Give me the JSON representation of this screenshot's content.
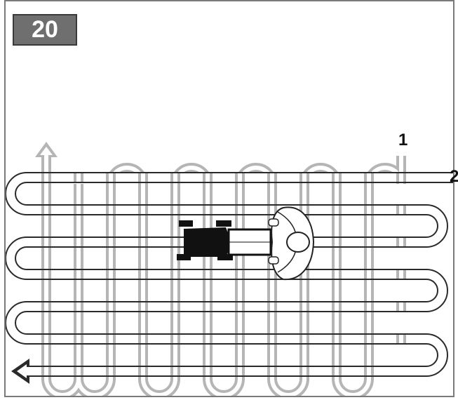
{
  "figure": {
    "number": "20",
    "labels": {
      "one": "1",
      "two": "2"
    }
  },
  "colors": {
    "vertical_pattern": "#b5b5b5",
    "horizontal_pattern_outline": "#2a2a2a",
    "mower": "#111111",
    "badge_fill": "#6f6f6f",
    "frame": "#7a7a7a"
  },
  "icons": [
    "up-arrow-icon",
    "left-arrow-icon",
    "riding-mower-icon",
    "operator-icon"
  ]
}
